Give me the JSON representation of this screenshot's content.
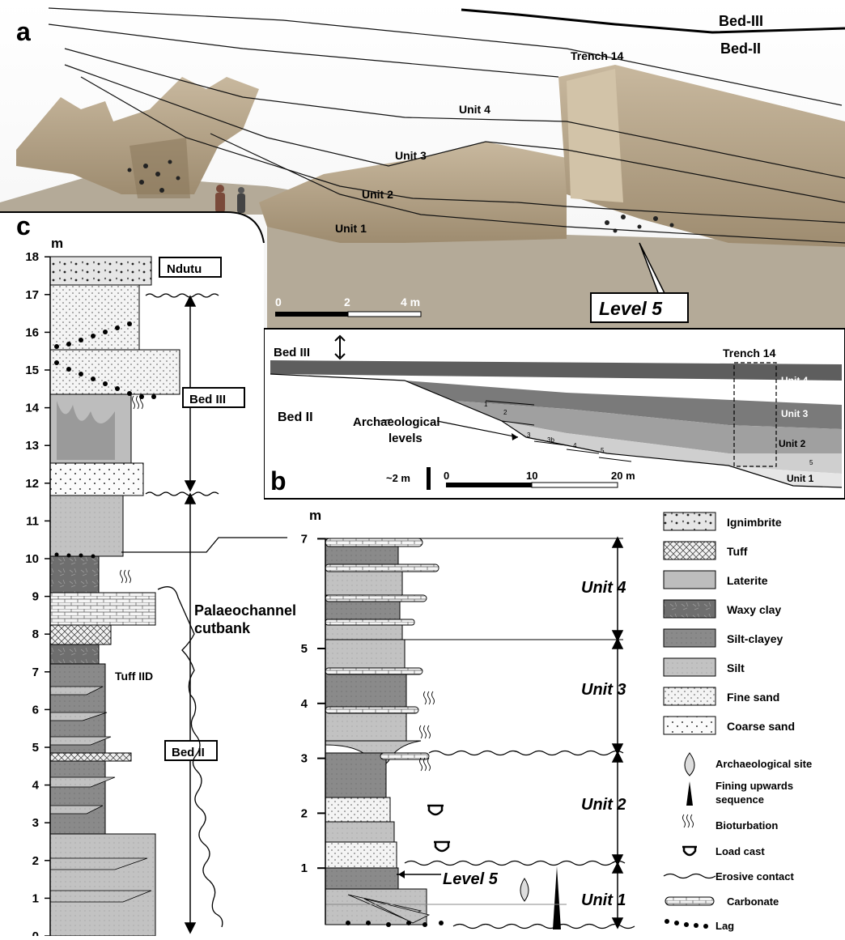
{
  "panels": {
    "a": "a",
    "b": "b",
    "c": "c"
  },
  "panel_a": {
    "bed3": "Bed-III",
    "bed2": "Bed-II",
    "trench": "Trench 14",
    "units": [
      "Unit 4",
      "Unit 3",
      "Unit 2",
      "Unit 1"
    ],
    "scale": [
      "0",
      "2",
      "4 m"
    ],
    "level5": "Level 5"
  },
  "panel_b": {
    "bed3": "Bed III",
    "bed2": "Bed II",
    "trench": "Trench 14",
    "units": [
      "Unit 4",
      "Unit 3",
      "Unit 2",
      "Unit 1"
    ],
    "arch_levels_1": "Archaeological",
    "arch_levels_2": "levels",
    "vscale": "~2 m",
    "scale": [
      "0",
      "10",
      "20 m"
    ],
    "level_numbers": [
      "1",
      "2",
      "3",
      "3b",
      "4",
      "5",
      "5"
    ]
  },
  "panel_c": {
    "unit_label": "m",
    "ticks": [
      "0",
      "1",
      "2",
      "3",
      "4",
      "5",
      "6",
      "7",
      "8",
      "9",
      "10",
      "11",
      "12",
      "13",
      "14",
      "15",
      "16",
      "17",
      "18"
    ],
    "ndutu": "Ndutu",
    "bed3": "Bed III",
    "bed2": "Bed II",
    "tuff": "Tuff IID",
    "palaeo_1": "Palaeochannel",
    "palaeo_2": "cutbank"
  },
  "detail_column": {
    "unit_label": "m",
    "ticks": [
      "1",
      "2",
      "3",
      "4",
      "5",
      "7"
    ],
    "units": [
      "Unit 4",
      "Unit 3",
      "Unit 2",
      "Unit 1"
    ],
    "level5": "Level 5"
  },
  "legend": {
    "lithology": [
      "Ignimbrite",
      "Tuff",
      "Laterite",
      "Waxy clay",
      "Silt-clayey",
      "Silt",
      "Fine sand",
      "Coarse sand"
    ],
    "symbols": {
      "arch_site": "Archaeological site",
      "fining_1": "Fining upwards",
      "fining_2": "sequence",
      "bioturbation": "Bioturbation",
      "load_cast": "Load cast",
      "erosive": "Erosive contact",
      "carbonate": "Carbonate",
      "lag": "Lag"
    }
  },
  "colors": {
    "ignimbrite": "#e6e6e6",
    "tuff": "#f2f2f2",
    "laterite": "#bdbdbd",
    "waxy_clay": "#6e6e6e",
    "silt_clayey": "#8a8a8a",
    "silt": "#c2c2c2",
    "fine_sand": "#efefef",
    "coarse_sand": "#fafafa",
    "photo_tan": "#b9a78a"
  }
}
